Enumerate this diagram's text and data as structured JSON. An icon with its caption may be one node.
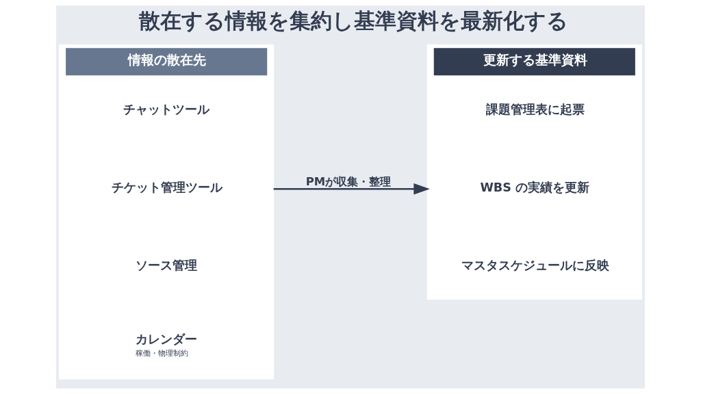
{
  "diagram": {
    "title": "散在する情報を集約し基準資料を最新化する",
    "nodes": [
      {
        "text": [
          "情報の散在先"
        ]
      },
      {
        "text": [
          "チャットツール"
        ],
        "in": 0
      },
      {
        "text": [
          "チケット管理ツール"
        ],
        "in": 0
      },
      {
        "text": [
          "ソース管理"
        ],
        "in": 0
      },
      {
        "text": [
          "カレンダー",
          "稼働・物理制約"
        ],
        "in": 0
      },
      {
        "text": [
          "更新する基準資料"
        ]
      },
      {
        "text": [
          "課題管理表に起票"
        ],
        "in": 5
      },
      {
        "text": [
          "WBS の実績を更新"
        ],
        "in": 5
      },
      {
        "text": [
          "マスタスケジュールに反映"
        ],
        "in": 5
      }
    ],
    "edges": [
      {
        "from": 0,
        "to": 5,
        "arrow": "to",
        "label": "PMが収集・整理"
      }
    ]
  }
}
